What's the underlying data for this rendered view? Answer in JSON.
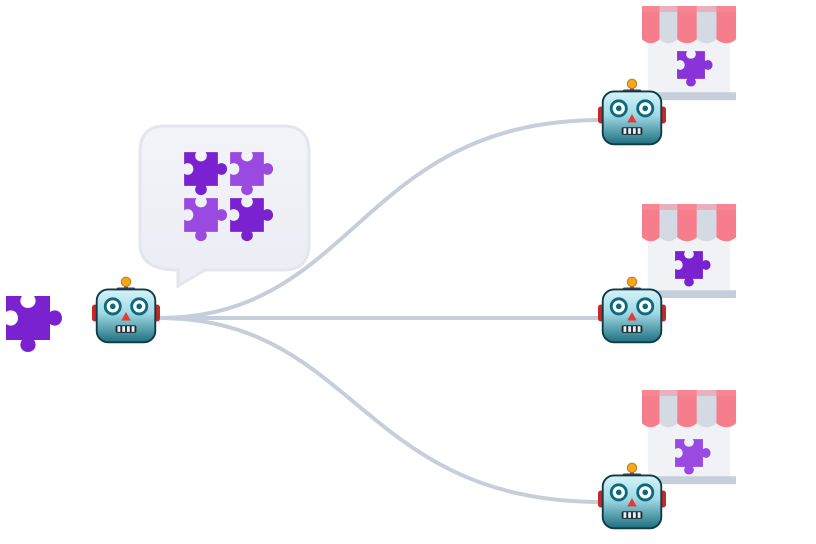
{
  "diagram": {
    "type": "hub-and-spoke",
    "hub": {
      "name": "robot",
      "icon": "robot-face-icon",
      "input_icon": "puzzle-piece-icon",
      "thought_bubble_icon": "four-piece-puzzle-icon"
    },
    "spokes": [
      {
        "name": "robot",
        "icon": "robot-face-icon",
        "store_icon": "shop-icon",
        "piece_icon": "puzzle-piece-icon"
      },
      {
        "name": "robot",
        "icon": "robot-face-icon",
        "store_icon": "shop-icon",
        "piece_icon": "puzzle-piece-icon"
      },
      {
        "name": "robot",
        "icon": "robot-face-icon",
        "store_icon": "shop-icon",
        "piece_icon": "puzzle-piece-icon"
      }
    ]
  },
  "colors": {
    "connector": "#c5cfdb",
    "puzzle_dark": "#7b22d0",
    "puzzle_mid": "#8a33d9",
    "puzzle_light": "#9a4ae0",
    "awning_pink": "#f57d8c",
    "awning_grey": "#d3dae4",
    "store_body": "#f0f2f6",
    "store_base": "#c5cfdb",
    "bubble_fill": "#f0f1f7",
    "bubble_stroke": "#e4e6ee",
    "robot_face_top": "#bfe9f1",
    "robot_face_bottom": "#1f6f80",
    "robot_ear": "#c62828",
    "robot_antenna": "#f4a61c"
  }
}
